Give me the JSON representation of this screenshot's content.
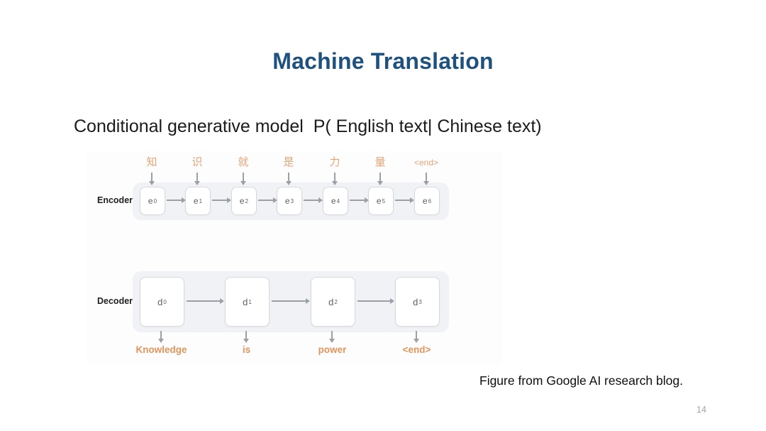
{
  "slide": {
    "title": "Machine Translation",
    "subtitle": "Conditional generative model  P( English text| Chinese text)",
    "caption": "Figure from Google AI research blog.",
    "page_number": "14",
    "colors": {
      "title_blue": "#1e5180",
      "token_orange": "#e3a476",
      "word_orange": "#e2945a",
      "arrow_gray": "#9aa0a6",
      "band_gray": "#f1f2f5"
    }
  },
  "figure": {
    "encoder": {
      "label": "Encoder",
      "inputs": [
        "知",
        "识",
        "就",
        "是",
        "力",
        "量",
        "<end>"
      ],
      "units": [
        {
          "base": "e",
          "sub": "0"
        },
        {
          "base": "e",
          "sub": "1"
        },
        {
          "base": "e",
          "sub": "2"
        },
        {
          "base": "e",
          "sub": "3"
        },
        {
          "base": "e",
          "sub": "4"
        },
        {
          "base": "e",
          "sub": "5"
        },
        {
          "base": "e",
          "sub": "6"
        }
      ]
    },
    "decoder": {
      "label": "Decoder",
      "units": [
        {
          "base": "d",
          "sub": "0"
        },
        {
          "base": "d",
          "sub": "1"
        },
        {
          "base": "d",
          "sub": "2"
        },
        {
          "base": "d",
          "sub": "3"
        }
      ],
      "outputs": [
        "Knowledge",
        "is",
        "power",
        "<end>"
      ]
    }
  }
}
